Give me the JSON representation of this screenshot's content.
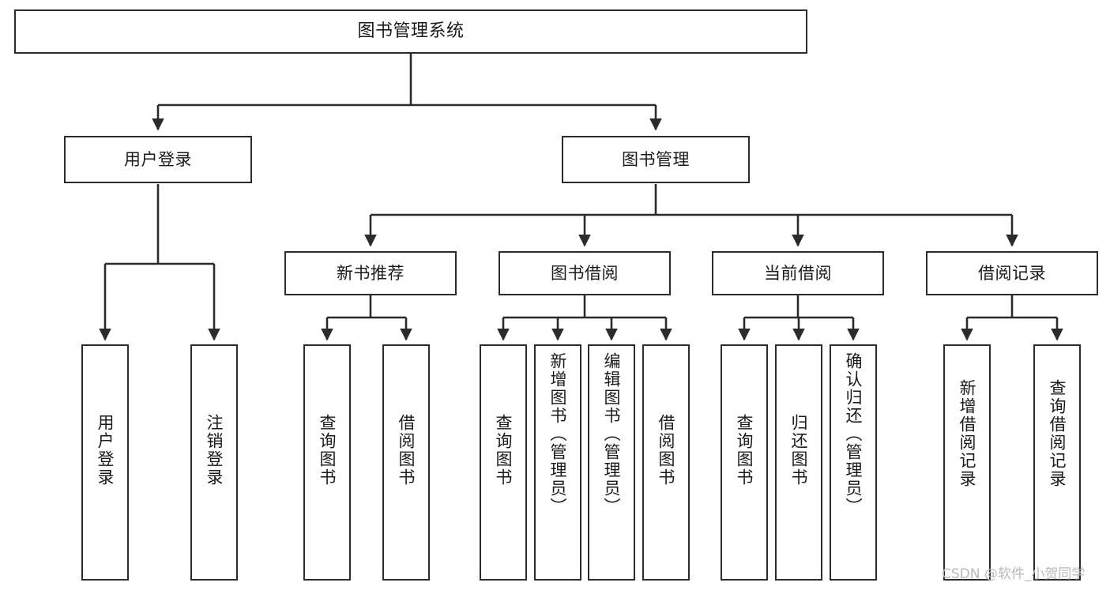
{
  "diagram": {
    "title": "图书管理系统",
    "type": "tree",
    "background": "#ffffff",
    "line_color": "#2b2b2b",
    "box_border_color": "#2b2b2b",
    "box_fill": "#ffffff",
    "text_color": "#1a1a1a"
  },
  "nodes": {
    "root": {
      "label": "图书管理系统"
    },
    "level1": [
      {
        "id": "user-login",
        "label": "用户登录"
      },
      {
        "id": "book-manage",
        "label": "图书管理"
      }
    ],
    "level2": [
      {
        "id": "new-book-recommend",
        "label": "新书推荐"
      },
      {
        "id": "book-borrow",
        "label": "图书借阅"
      },
      {
        "id": "current-borrow",
        "label": "当前借阅"
      },
      {
        "id": "borrow-record",
        "label": "借阅记录"
      }
    ],
    "leaves": {
      "user-login": [
        {
          "id": "leaf-user-login",
          "label": "用户登录"
        },
        {
          "id": "leaf-user-logout",
          "label": "注销登录"
        }
      ],
      "new-book-recommend": [
        {
          "id": "leaf-query-book-1",
          "label": "查询图书"
        },
        {
          "id": "leaf-borrow-book-1",
          "label": "借阅图书"
        }
      ],
      "book-borrow": [
        {
          "id": "leaf-query-book-2",
          "label": "查询图书"
        },
        {
          "id": "leaf-add-book",
          "label": "新增图书（管理员）"
        },
        {
          "id": "leaf-edit-book",
          "label": "编辑图书（管理员）"
        },
        {
          "id": "leaf-borrow-book-2",
          "label": "借阅图书"
        }
      ],
      "current-borrow": [
        {
          "id": "leaf-query-book-3",
          "label": "查询图书"
        },
        {
          "id": "leaf-return-book",
          "label": "归还图书"
        },
        {
          "id": "leaf-confirm-return",
          "label": "确认归还（管理员）"
        }
      ],
      "borrow-record": [
        {
          "id": "leaf-add-record",
          "label": "新增借阅记录"
        },
        {
          "id": "leaf-query-record",
          "label": "查询借阅记录"
        }
      ]
    }
  },
  "watermark": {
    "text": "CSDN @软件_小贺同学"
  }
}
